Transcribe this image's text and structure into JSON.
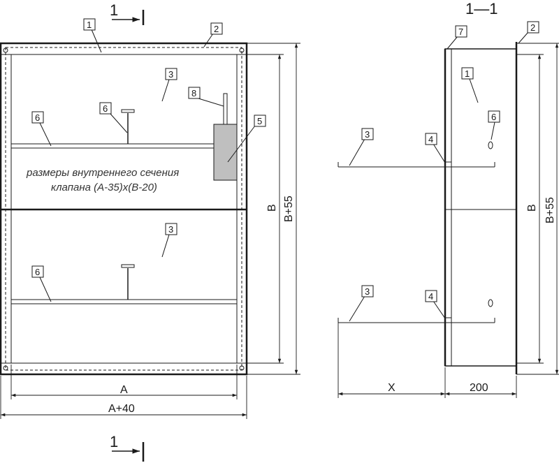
{
  "section_marker": {
    "number": "1"
  },
  "section_title": "1—1",
  "callouts": {
    "n1": "1",
    "n2": "2",
    "n3": "3",
    "n4": "4",
    "n5": "5",
    "n6": "6",
    "n7": "7",
    "n8": "8"
  },
  "note": {
    "line1": "размеры внутреннего сечения",
    "line2": "клапана (A-35)x(B-20)"
  },
  "dimensions": {
    "a": "A",
    "a_plus_40": "A+40",
    "b": "B",
    "b_plus_55": "B+55",
    "x": "X",
    "depth": "200"
  },
  "colors": {
    "line": "#1a1a1a",
    "actuator_fill": "#bfbfbf"
  }
}
